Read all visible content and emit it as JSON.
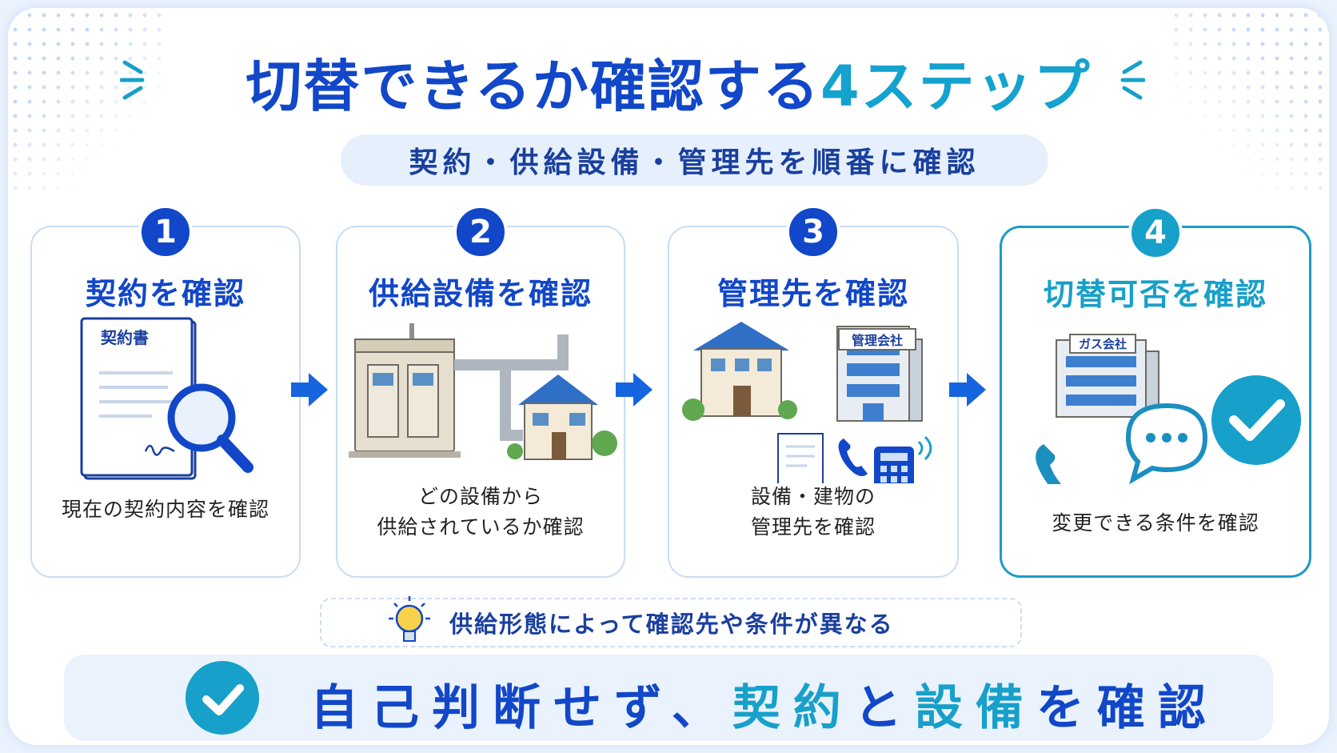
{
  "title": {
    "main": "切替できるか確認する",
    "accent": "4ステップ"
  },
  "subtitle": "契約・供給設備・管理先を順番に確認",
  "steps": [
    {
      "number": "1",
      "title": "契約を確認",
      "desc_line1": "現在の契約内容を確認",
      "desc_line2": "",
      "doc_label": "契約書"
    },
    {
      "number": "2",
      "title": "供給設備を確認",
      "desc_line1": "どの設備から",
      "desc_line2": "供給されているか確認"
    },
    {
      "number": "3",
      "title": "管理先を確認",
      "desc_line1": "設備・建物の",
      "desc_line2": "管理先を確認",
      "building_label": "管理会社"
    },
    {
      "number": "4",
      "title": "切替可否を確認",
      "desc_line1": "変更できる条件を確認",
      "desc_line2": "",
      "building_label": "ガス会社"
    }
  ],
  "hint": "供給形態によって確認先や条件が異なる",
  "bottom": {
    "part1": "自己判断せず、",
    "part2": "契約",
    "part3": "と",
    "part4": "設備",
    "part5": "を確認"
  },
  "colors": {
    "primary": "#1147c8",
    "accent": "#17a0c9",
    "card_border": "#c8dcf4"
  }
}
